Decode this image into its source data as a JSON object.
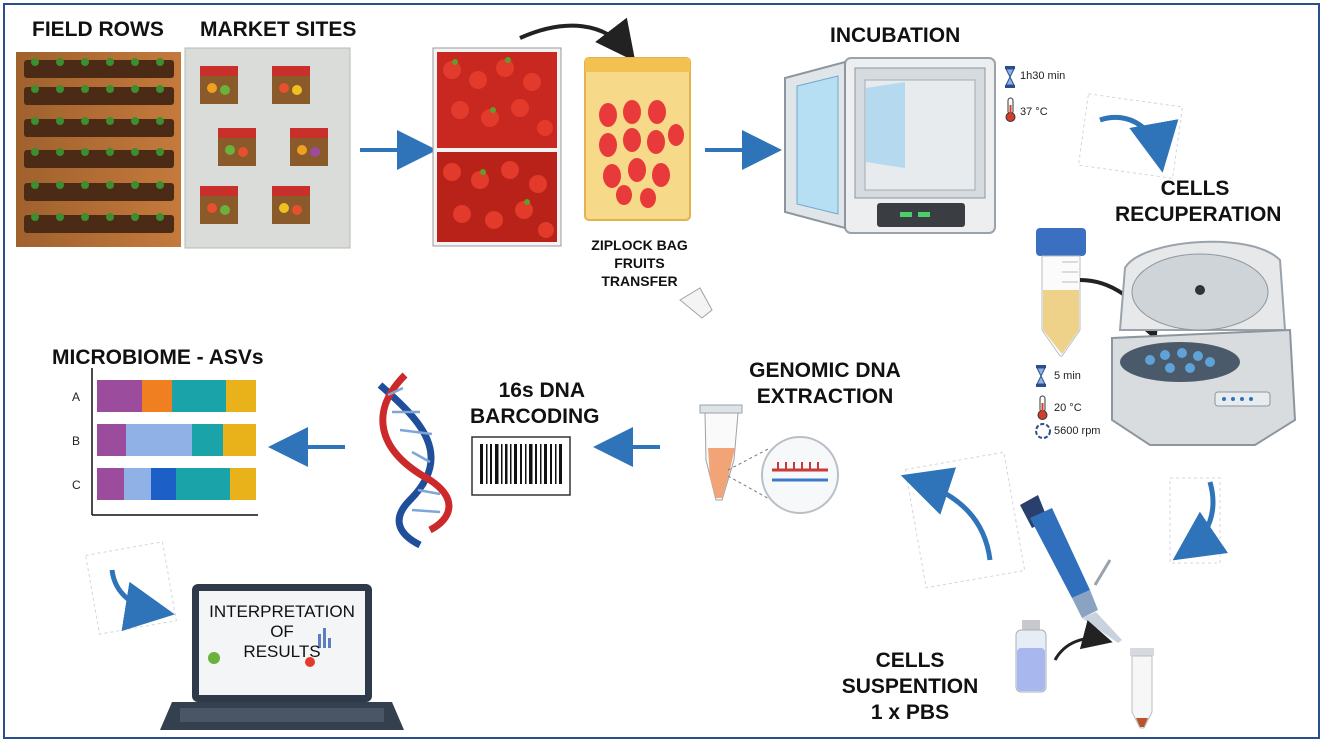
{
  "labels": {
    "field_rows": "FIELD ROWS",
    "market_sites": "MARKET SITES",
    "incubation": "INCUBATION",
    "ziplock_line1": "ZIPLOCK BAG",
    "ziplock_line2": "FRUITS",
    "ziplock_line3": "TRANSFER",
    "cells_rec_line1": "CELLS",
    "cells_rec_line2": "RECUPERATION",
    "genomic_line1": "GENOMIC DNA",
    "genomic_line2": "EXTRACTION",
    "barcoding_line1": "16s DNA",
    "barcoding_line2": "BARCODING",
    "microbiome": "MICROBIOME - ASVs",
    "cells_susp_line1": "CELLS",
    "cells_susp_line2": "SUSPENTION",
    "cells_susp_line3": "1 x PBS"
  },
  "incubation_params": {
    "time": "1h30 min",
    "temp": "37 °C"
  },
  "centrifuge_params": {
    "time": "5 min",
    "temp": "20 °C",
    "speed": "5600 rpm"
  },
  "laptop": {
    "line1": "INTERPRETATION",
    "line2": "OF",
    "line3": "RESULTS"
  },
  "bar_rows": [
    "A",
    "B",
    "C"
  ],
  "colors": {
    "frame": "#2b4f8a",
    "arrow_blue": "#2f74b8",
    "purple": "#9b4c9c",
    "orange": "#f07f22",
    "teal": "#1aa3a8",
    "yellow": "#e9b21a",
    "light_blue": "#8fb1e6",
    "dark_blue": "#1b5fc7"
  }
}
